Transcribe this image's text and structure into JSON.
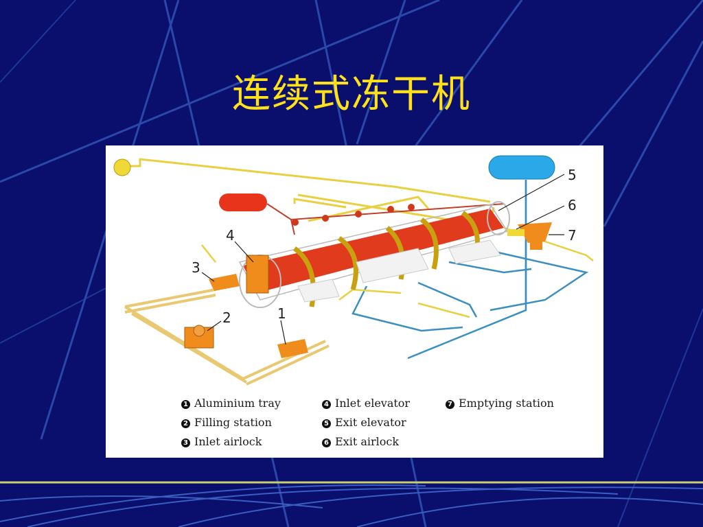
{
  "slide": {
    "title": "连续式冻干机"
  },
  "figure": {
    "callouts": [
      "1",
      "2",
      "3",
      "4",
      "5",
      "6",
      "7"
    ],
    "legend": [
      {
        "num": "1",
        "label": "Aluminium tray"
      },
      {
        "num": "2",
        "label": "Filling station"
      },
      {
        "num": "3",
        "label": "Inlet airlock"
      },
      {
        "num": "4",
        "label": "Inlet elevator"
      },
      {
        "num": "5",
        "label": "Exit elevator"
      },
      {
        "num": "6",
        "label": "Exit airlock"
      },
      {
        "num": "7",
        "label": "Emptying station"
      }
    ]
  },
  "colors": {
    "background": "#0a0f6e",
    "title": "#ffe11a",
    "chamber": "#e8381a",
    "piping_yellow": "#f0d838",
    "piping_blue": "#3a8fc0",
    "condenser": "#2aa8e8",
    "station": "#f08c1c"
  }
}
